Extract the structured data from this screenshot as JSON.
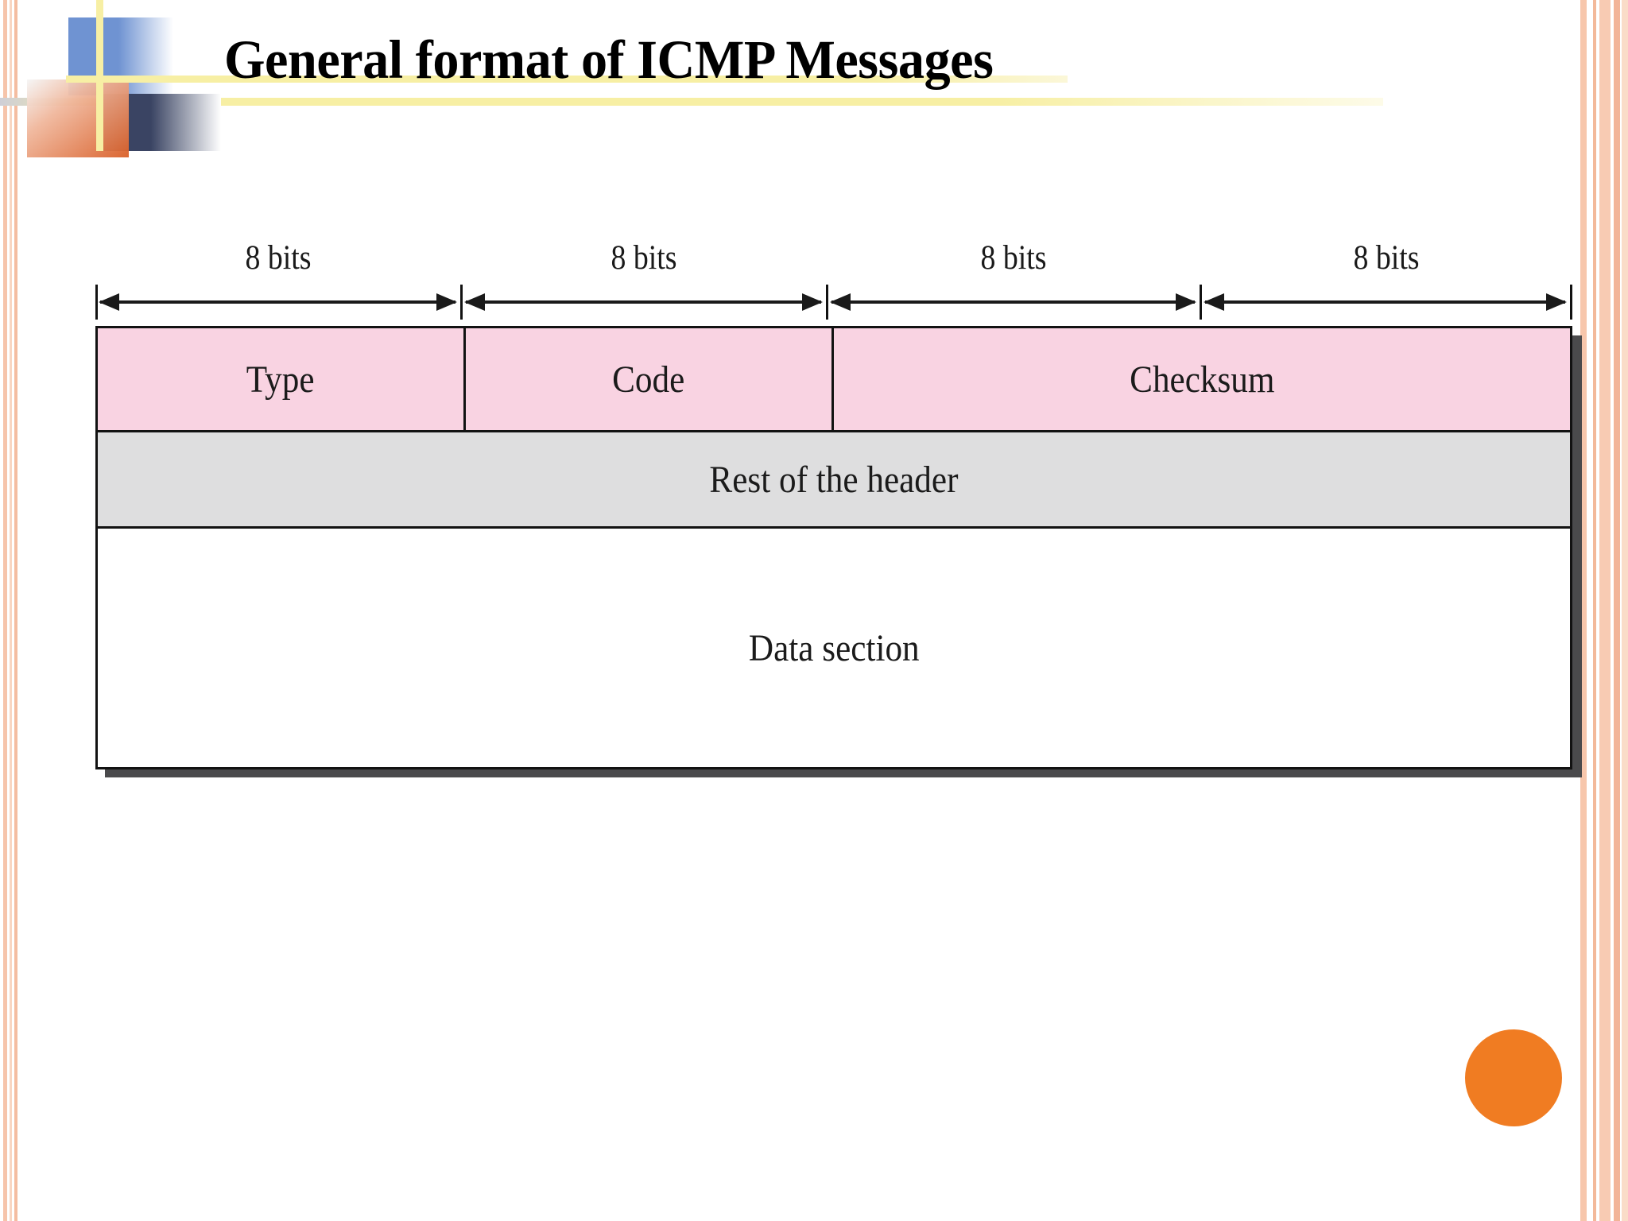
{
  "slide": {
    "title": "General format of ICMP Messages",
    "background_color": "#ffffff"
  },
  "decorations": {
    "logo_name": "powerpoint-design-logo",
    "logo_colors": {
      "blue_square": "#6f93d2",
      "navy_square": "#3a4463",
      "orange_square": "#d95f28",
      "cross_lines": "#f7efa4"
    },
    "title_underline_color": "#f7efa4",
    "edge_stripe_colors": [
      "#f7c6ab",
      "#f3b99a",
      "#f8cbb3",
      "#f2b498",
      "#fadcc8"
    ],
    "orange_circle_color": "#f07c22"
  },
  "diagram": {
    "name": "icmp-message-format",
    "bit_labels": [
      "8 bits",
      "8 bits",
      "8 bits",
      "8 bits"
    ],
    "rows": [
      {
        "name": "icmp-header-fields",
        "fill_color": "#f9d3e2",
        "cells": [
          {
            "label": "Type",
            "span": 1
          },
          {
            "label": "Code",
            "span": 1
          },
          {
            "label": "Checksum",
            "span": 2
          }
        ]
      },
      {
        "name": "rest-of-header",
        "fill_color": "#dededf",
        "cells": [
          {
            "label": "Rest of the header",
            "span": 4
          }
        ]
      },
      {
        "name": "data-section",
        "fill_color": "#ffffff",
        "cells": [
          {
            "label": "Data section",
            "span": 4
          }
        ]
      }
    ]
  }
}
